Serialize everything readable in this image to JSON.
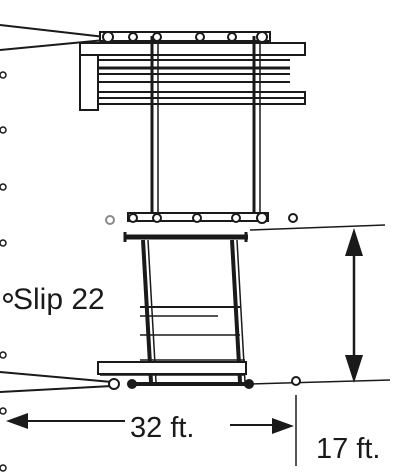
{
  "labels": {
    "slip": "Slip 22",
    "width_dimension": "32 ft.",
    "height_dimension": "17 ft."
  },
  "colors": {
    "ink": "#1a1a1a",
    "paper": "#ffffff",
    "circle_fill": "#ffffff",
    "gray_dot": "#8a8a8a"
  },
  "icons": {
    "horizontal_arrow": "double-headed-arrow",
    "vertical_arrow": "double-headed-arrow",
    "pile": "open-circle"
  }
}
